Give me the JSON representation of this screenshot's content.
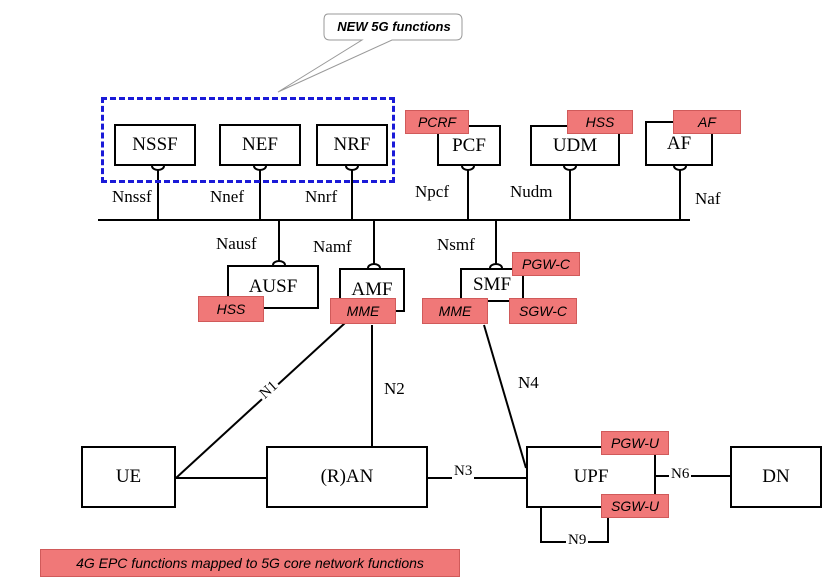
{
  "callout": "NEW 5G functions",
  "legend": "4G EPC functions mapped to 5G core network functions",
  "functions": {
    "nssf": "NSSF",
    "nef": "NEF",
    "nrf": "NRF",
    "pcf": "PCF",
    "udm": "UDM",
    "af": "AF",
    "ausf": "AUSF",
    "amf": "AMF",
    "smf": "SMF",
    "ue": "UE",
    "ran": "(R)AN",
    "upf": "UPF",
    "dn": "DN"
  },
  "interfaces": {
    "nnssf": "Nnssf",
    "nnef": "Nnef",
    "nnrf": "Nnrf",
    "npcf": "Npcf",
    "nudm": "Nudm",
    "naf": "Naf",
    "nausf": "Nausf",
    "namf": "Namf",
    "nsmf": "Nsmf",
    "n1": "N1",
    "n2": "N2",
    "n3": "N3",
    "n4": "N4",
    "n6": "N6",
    "n9": "N9"
  },
  "epc_tags": {
    "pcrf": "PCRF",
    "hss_udm": "HSS",
    "af": "AF",
    "pgw_c": "PGW-C",
    "hss_ausf": "HSS",
    "mme_amf": "MME",
    "mme_smf": "MME",
    "sgw_c": "SGW-C",
    "pgw_u": "PGW-U",
    "sgw_u": "SGW-U"
  },
  "colors": {
    "epc_tag": "#f07878",
    "new_functions_border": "#1a1ad8",
    "line": "#000000"
  }
}
